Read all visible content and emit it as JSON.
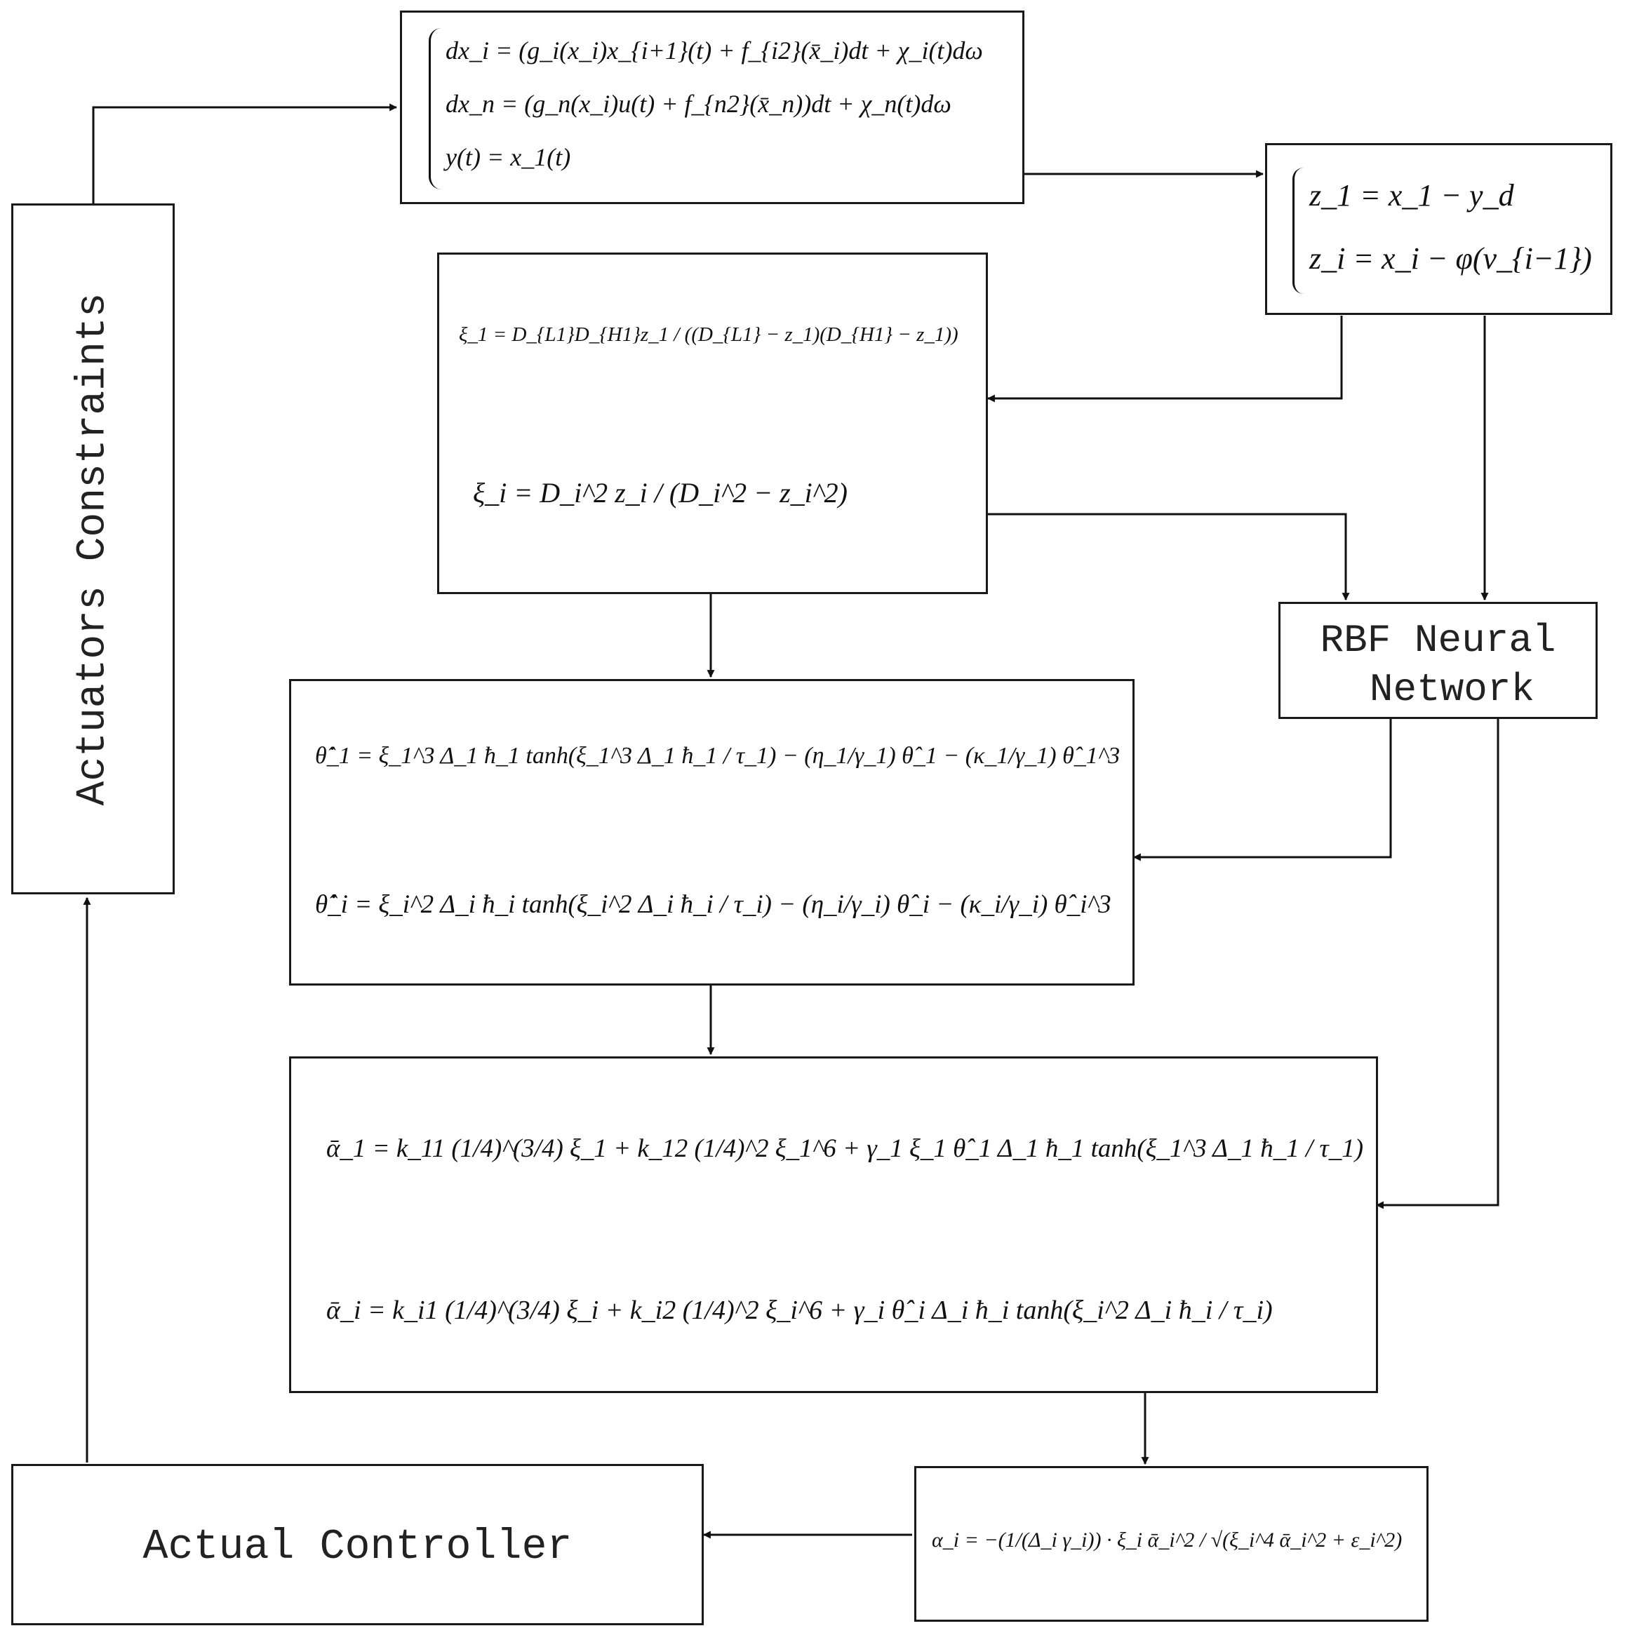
{
  "blocks": {
    "actuators": {
      "label": "Actuators Constraints"
    },
    "system": {
      "lines": [
        "dx_i = (g_i(x_i)x_{i+1}(t) + f_{i2}(x̄_i)dt + χ_i(t)dω",
        "dx_n = (g_n(x_i)u(t) + f_{n2}(x̄_n))dt + χ_n(t)dω",
        "y(t) = x_1(t)"
      ]
    },
    "errors": {
      "lines": [
        "z_1 = x_1 − y_d",
        "z_i = x_i − φ(v_{i−1})"
      ]
    },
    "transform": {
      "lines": [
        "ξ_1 = D_{L1}D_{H1}z_1 / ((D_{L1} − z_1)(D_{H1} − z_1))",
        "ξ_i = D_i^2 z_i / (D_i^2 − z_i^2)"
      ]
    },
    "rbf": {
      "line1": "RBF Neural",
      "line2": "Network"
    },
    "adaptive": {
      "lines": [
        "θ̂̇_1 = ξ_1^3 Δ_1 ħ_1 tanh(ξ_1^3 Δ_1 ħ_1 / τ_1) − (η_1/γ_1) θ̂_1 − (κ_1/γ_1) θ̂_1^3",
        "θ̂̇_i = ξ_i^2 Δ_i ħ_i tanh(ξ_i^2 Δ_i ħ_i / τ_i) − (η_i/γ_i) θ̂_i − (κ_i/γ_i) θ̂_i^3"
      ]
    },
    "virtual": {
      "lines": [
        "ᾱ_1 = k_11 (1/4)^(3/4) ξ_1 + k_12 (1/4)^2 ξ_1^6 + γ_1 ξ_1 θ̂_1 Δ_1 ħ_1 tanh(ξ_1^3 Δ_1 ħ_1 / τ_1)",
        "ᾱ_i = k_i1 (1/4)^(3/4) ξ_i + k_i2 (1/4)^2 ξ_i^6 + γ_i θ̂_i Δ_i ħ_i tanh(ξ_i^2 Δ_i ħ_i / τ_i)"
      ]
    },
    "alpha": {
      "line": "α_i = −(1/(Δ_i γ_i)) · ξ_i ᾱ_i^2 / √(ξ_i^4 ᾱ_i^2 + ε_i^2)"
    },
    "controller": {
      "label": "Actual Controller"
    }
  }
}
